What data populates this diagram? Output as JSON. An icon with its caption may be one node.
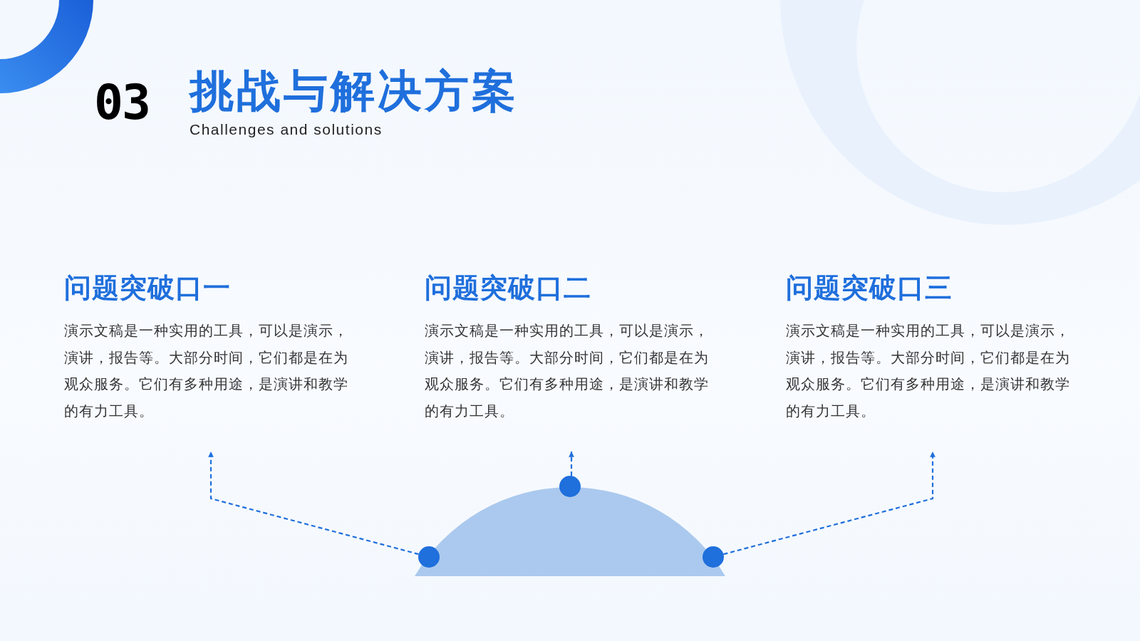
{
  "diagram": {
    "title": "挑战与解决方案",
    "nodes": [
      {
        "text": [
          "问题突破口一",
          "演示文稿是一种实用的工具，可以是演示，演讲，报告等。大部分时间，它们都是在为观众服务。它们有多种用途，是演讲和教学的有力工具。"
        ]
      },
      {
        "text": [
          "问题突破口二",
          "演示文稿是一种实用的工具，可以是演示，演讲，报告等。大部分时间，它们都是在为观众服务。它们有多种用途，是演讲和教学的有力工具。"
        ]
      },
      {
        "text": [
          "问题突破口三",
          "演示文稿是一种实用的工具，可以是演示，演讲，报告等。大部分时间，它们都是在为观众服务。它们有多种用途，是演讲和教学的有力工具。"
        ]
      },
      {
        "text": [],
        "shape": "circle"
      },
      {
        "text": [],
        "shape": "circle"
      },
      {
        "text": [],
        "shape": "circle"
      }
    ],
    "edges": [
      {
        "from": 3,
        "to": 0,
        "arrow": "to",
        "style": "dashed"
      },
      {
        "from": 4,
        "to": 1,
        "arrow": "to",
        "style": "dashed"
      },
      {
        "from": 5,
        "to": 2,
        "arrow": "to",
        "style": "dashed"
      }
    ],
    "labels": [
      "03",
      "Challenges and solutions"
    ]
  }
}
